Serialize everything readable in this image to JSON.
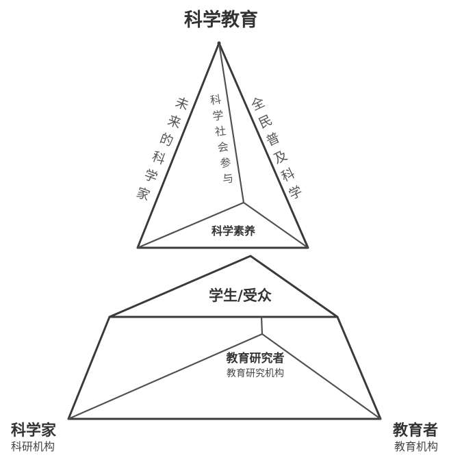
{
  "top_pyramid": {
    "apex_label": "科学教育",
    "left_edge_label": "未来的科学家",
    "center_edge_label": "科学社会参与",
    "right_edge_label": "全民普及科学",
    "base_label": "科学素养"
  },
  "bottom_pyramid": {
    "apex_label": "学生/受众",
    "center_title": "教育研究者",
    "center_subtitle": "教育研究机构",
    "left_vertex_title": "科学家",
    "left_vertex_subtitle": "科研机构",
    "right_vertex_title": "教育者",
    "right_vertex_subtitle": "教育机构"
  }
}
